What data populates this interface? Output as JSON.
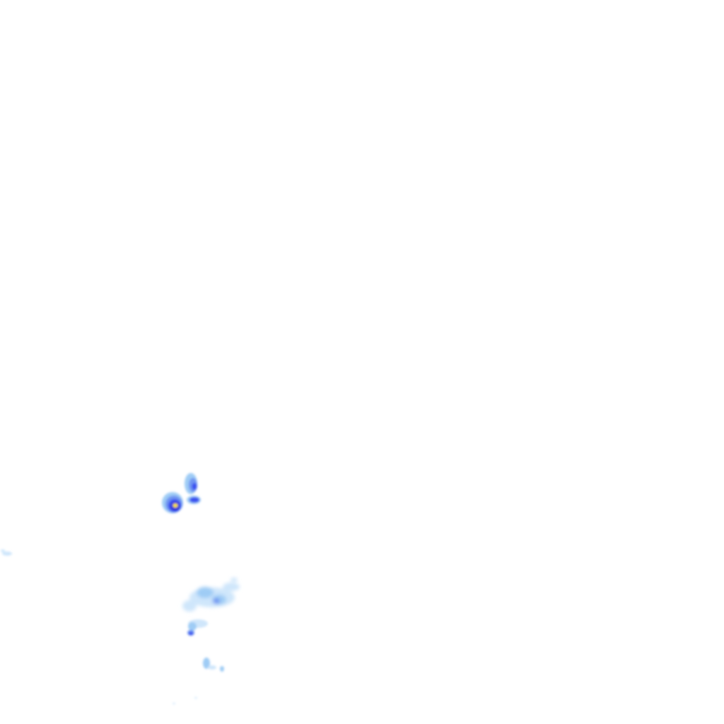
{
  "map": {
    "type": "weather-radar-precipitation-overlay",
    "background_color": "#ffffff",
    "intensity_palette": {
      "very_light": "#cfe6fb",
      "light": "#9fccf5",
      "moderate": "#6f94f2",
      "heavy": "#3a4ff0",
      "very_heavy": "#1a1fd6",
      "intense": "#ffe600"
    },
    "echo_cells": [
      "cell-north-pair",
      "cell-core",
      "cell-west-edge",
      "cell-cluster-south",
      "cell-south-small",
      "cell-far-south"
    ]
  }
}
